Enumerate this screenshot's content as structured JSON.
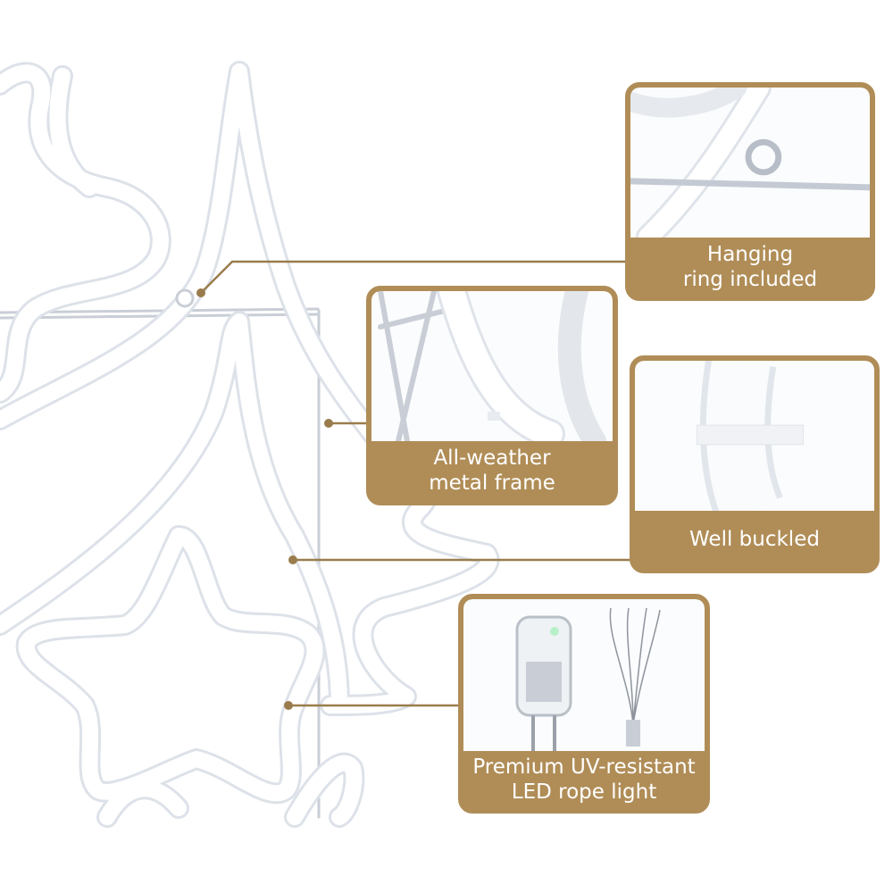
{
  "accent_color": "#b08d57",
  "callouts": [
    {
      "id": "hanging-ring",
      "lines": [
        "Hanging",
        "ring included"
      ],
      "icon": "hanging-ring-photo"
    },
    {
      "id": "metal-frame",
      "lines": [
        "All-weather",
        "metal frame"
      ],
      "icon": "metal-frame-photo"
    },
    {
      "id": "buckled",
      "lines": [
        "Well buckled"
      ],
      "icon": "buckle-photo"
    },
    {
      "id": "rope-light",
      "lines": [
        "Premium UV-resistant",
        "LED rope light"
      ],
      "icon": "led-bulb-photo"
    }
  ]
}
